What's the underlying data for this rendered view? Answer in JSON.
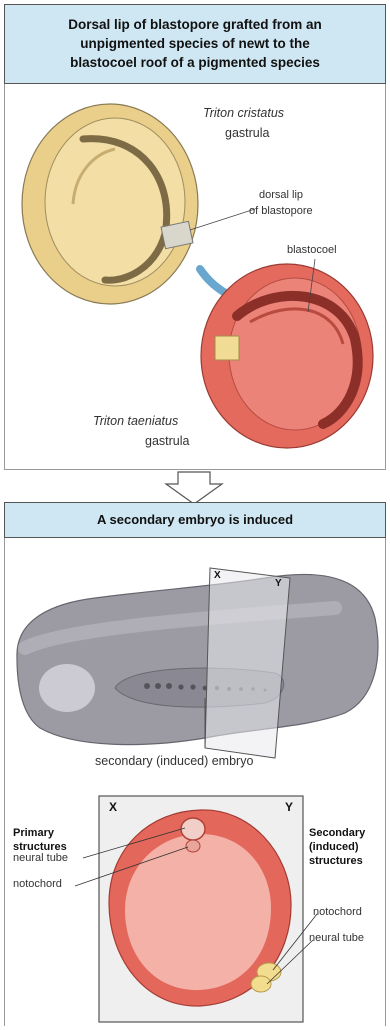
{
  "header_top": {
    "line1": "Dorsal lip of blastopore grafted from an",
    "line2": "unpigmented species of newt to the",
    "line3": "blastocoel roof of a pigmented species"
  },
  "header_bottom": "A secondary embryo is induced",
  "top_panel": {
    "species1": "Triton cristatus",
    "species1_stage": "gastrula",
    "species2": "Triton taeniatus",
    "species2_stage": "gastrula",
    "dorsal_lip_line1": "dorsal lip",
    "dorsal_lip_line2": "of blastopore",
    "blastocoel": "blastocoel"
  },
  "embryo": {
    "plane_x": "X",
    "plane_y": "Y",
    "caption": "secondary (induced) embryo"
  },
  "cross_section": {
    "x": "X",
    "y": "Y",
    "primary_title_line1": "Primary",
    "primary_title_line2": "structures",
    "primary_label1": "neural tube",
    "primary_label2": "notochord",
    "secondary_title_line1": "Secondary",
    "secondary_title_line2": "(induced)",
    "secondary_title_line3": "structures",
    "secondary_label1": "notochord",
    "secondary_label2": "neural tube"
  },
  "colors": {
    "header_bg": "#cfe7f3",
    "yolk": "#efd79a",
    "pigmented": "#e8685a",
    "embryo_gray": "#9b9aa3"
  }
}
